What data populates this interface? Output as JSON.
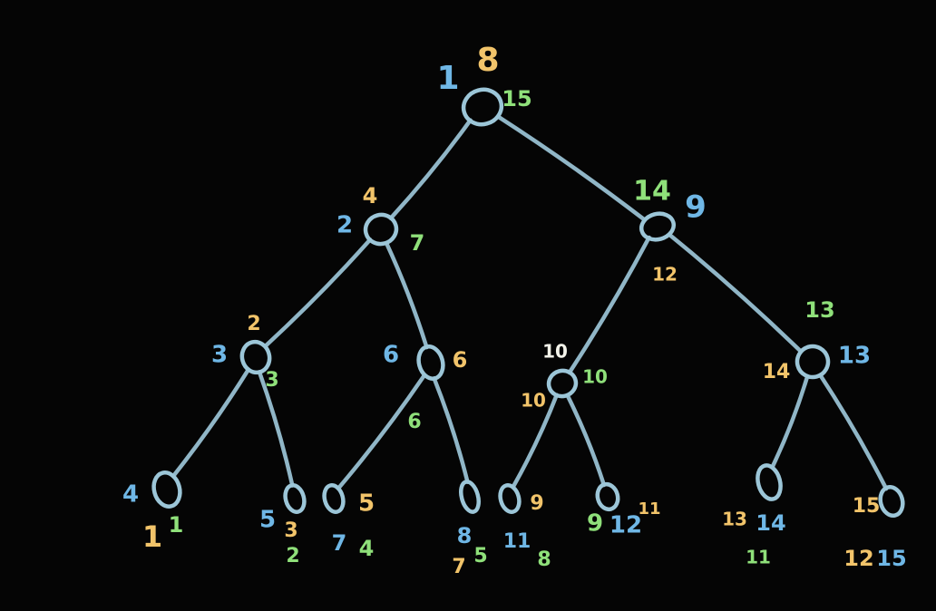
{
  "colors": {
    "background": "#050505",
    "blue": "#6fb7e6",
    "orange": "#f2c46a",
    "green": "#8fe07a",
    "white": "#f3f3ea",
    "edge": "#9cc6d8"
  },
  "nodes": [
    {
      "id": "n1",
      "labels": [
        {
          "text": "1",
          "color": "blue"
        },
        {
          "text": "8",
          "color": "orange"
        },
        {
          "text": "15",
          "color": "green"
        }
      ]
    },
    {
      "id": "n2",
      "labels": [
        {
          "text": "2",
          "color": "blue"
        },
        {
          "text": "4",
          "color": "orange"
        },
        {
          "text": "7",
          "color": "green"
        }
      ]
    },
    {
      "id": "n3",
      "labels": [
        {
          "text": "14",
          "color": "green"
        },
        {
          "text": "9",
          "color": "blue"
        },
        {
          "text": "12",
          "color": "orange"
        }
      ]
    },
    {
      "id": "n4",
      "labels": [
        {
          "text": "3",
          "color": "blue"
        },
        {
          "text": "2",
          "color": "orange"
        },
        {
          "text": "3",
          "color": "green"
        }
      ]
    },
    {
      "id": "n5",
      "labels": [
        {
          "text": "6",
          "color": "blue"
        },
        {
          "text": "6",
          "color": "orange"
        },
        {
          "text": "6",
          "color": "green"
        }
      ]
    },
    {
      "id": "n6",
      "labels": [
        {
          "text": "10",
          "color": "white"
        },
        {
          "text": "10",
          "color": "orange"
        },
        {
          "text": "10",
          "color": "green"
        }
      ]
    },
    {
      "id": "n7",
      "labels": [
        {
          "text": "13",
          "color": "green"
        },
        {
          "text": "14",
          "color": "orange"
        },
        {
          "text": "13",
          "color": "blue"
        }
      ]
    },
    {
      "id": "n8",
      "labels": [
        {
          "text": "4",
          "color": "blue"
        },
        {
          "text": "1",
          "color": "orange"
        },
        {
          "text": "1",
          "color": "green"
        }
      ]
    },
    {
      "id": "n9",
      "labels": [
        {
          "text": "5",
          "color": "blue"
        },
        {
          "text": "3",
          "color": "orange"
        },
        {
          "text": "2",
          "color": "green"
        }
      ]
    },
    {
      "id": "n10",
      "labels": [
        {
          "text": "5",
          "color": "orange"
        },
        {
          "text": "7",
          "color": "blue"
        },
        {
          "text": "4",
          "color": "green"
        }
      ]
    },
    {
      "id": "n11",
      "labels": [
        {
          "text": "8",
          "color": "blue"
        },
        {
          "text": "7",
          "color": "orange"
        },
        {
          "text": "5",
          "color": "green"
        }
      ]
    },
    {
      "id": "n12",
      "labels": [
        {
          "text": "9",
          "color": "orange"
        },
        {
          "text": "11",
          "color": "blue"
        },
        {
          "text": "8",
          "color": "green"
        }
      ]
    },
    {
      "id": "n13",
      "labels": [
        {
          "text": "9",
          "color": "green"
        },
        {
          "text": "12",
          "color": "blue"
        },
        {
          "text": "11",
          "color": "orange"
        }
      ]
    },
    {
      "id": "n14",
      "labels": [
        {
          "text": "13",
          "color": "orange"
        },
        {
          "text": "14",
          "color": "blue"
        },
        {
          "text": "11",
          "color": "green"
        }
      ]
    },
    {
      "id": "n15",
      "labels": [
        {
          "text": "15",
          "color": "orange"
        },
        {
          "text": "12",
          "color": "orange"
        },
        {
          "text": "15",
          "color": "blue"
        }
      ]
    }
  ],
  "edges": [
    [
      "n1",
      "n2"
    ],
    [
      "n1",
      "n3"
    ],
    [
      "n2",
      "n4"
    ],
    [
      "n2",
      "n5"
    ],
    [
      "n3",
      "n6"
    ],
    [
      "n3",
      "n7"
    ],
    [
      "n4",
      "n8"
    ],
    [
      "n4",
      "n9"
    ],
    [
      "n5",
      "n10"
    ],
    [
      "n5",
      "n11"
    ],
    [
      "n6",
      "n12"
    ],
    [
      "n6",
      "n13"
    ],
    [
      "n7",
      "n14"
    ],
    [
      "n7",
      "n15"
    ]
  ]
}
